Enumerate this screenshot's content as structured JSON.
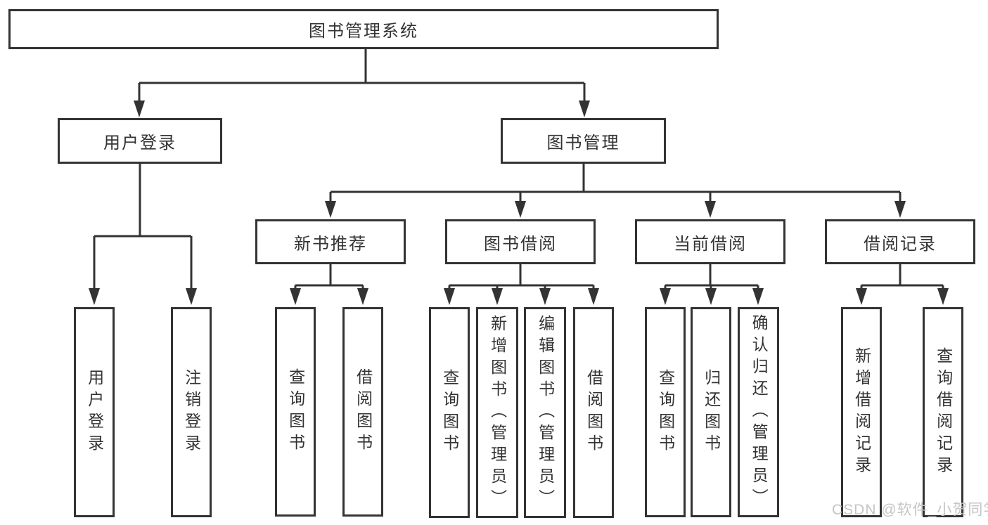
{
  "diagram": {
    "title_node": "图书管理系统",
    "tree": {
      "branches": [
        {
          "label": "用户登录",
          "children": [
            "用户登录",
            "注销登录"
          ]
        },
        {
          "label": "图书管理",
          "groups": [
            {
              "label": "新书推荐",
              "children": [
                "查询图书",
                "借阅图书"
              ]
            },
            {
              "label": "图书借阅",
              "children": [
                "查询图书",
                "新增图书（管理员）",
                "编辑图书（管理员）",
                "借阅图书"
              ]
            },
            {
              "label": "当前借阅",
              "children": [
                "查询图书",
                "归还图书",
                "确认归还（管理员）"
              ]
            },
            {
              "label": "借阅记录",
              "children": [
                "新增借阅记录",
                "查询借阅记录"
              ]
            }
          ]
        }
      ]
    },
    "watermark": "CSDN @软件_小贺同学",
    "colors": {
      "line": "#333333",
      "text": "#333333",
      "box_background": "#ffffff",
      "page_background": "#ffffff",
      "watermark": "#c5c5c5"
    }
  }
}
